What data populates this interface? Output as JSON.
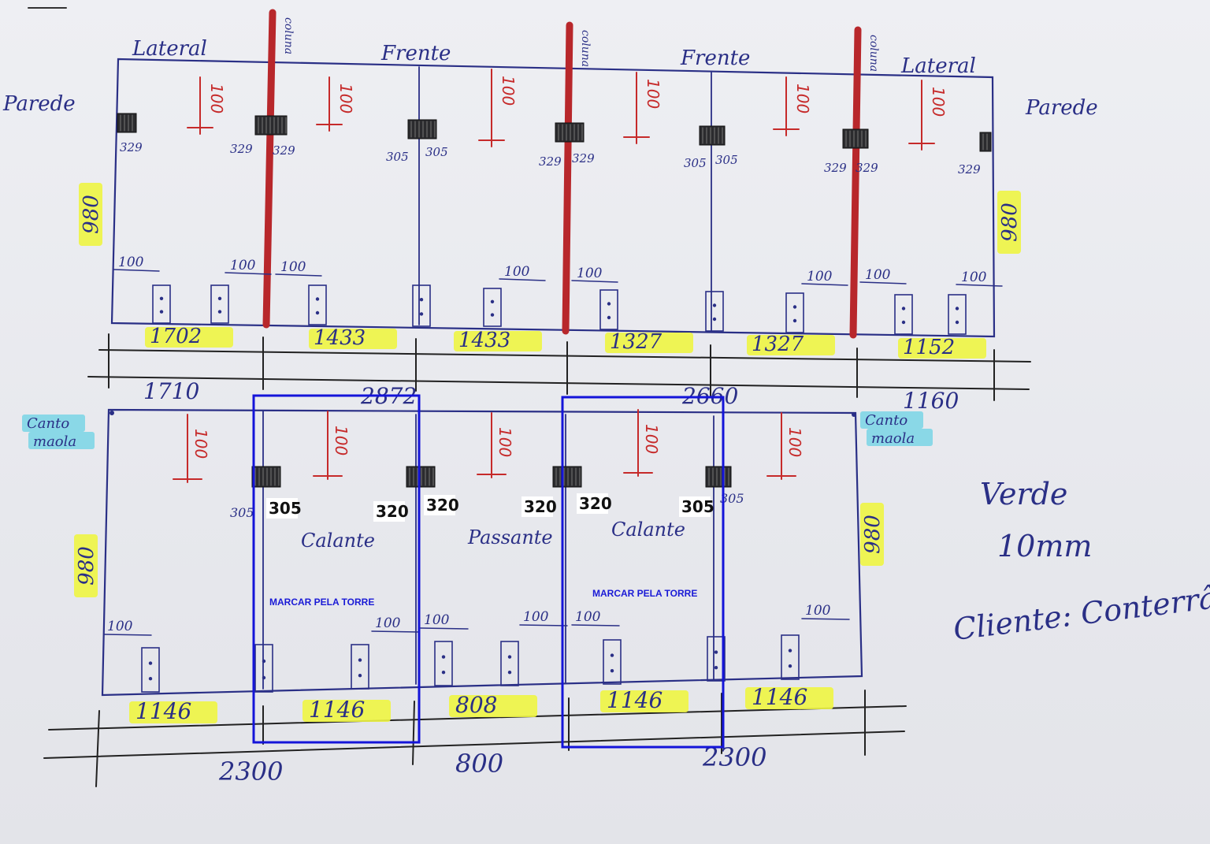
{
  "top": {
    "section_labels": [
      "Lateral",
      "Frente",
      "Frente",
      "Lateral"
    ],
    "wall_left": "Parede",
    "wall_right": "Parede",
    "column_label": "coluna",
    "height_left": "980",
    "height_right": "980",
    "red_marks": [
      "100",
      "100",
      "100",
      "100",
      "100",
      "100"
    ],
    "post_numbers": [
      "329",
      "329",
      "329",
      "305",
      "305",
      "329",
      "329",
      "305",
      "305",
      "329",
      "329",
      "329"
    ],
    "bottom_marks": [
      "100",
      "100",
      "100",
      "100",
      "100",
      "100",
      "100",
      "100"
    ],
    "panel_widths": [
      "1702",
      "1433",
      "1433",
      "1327",
      "1327",
      "1152"
    ],
    "totals": [
      "1710",
      "2872",
      "2660",
      "1160"
    ]
  },
  "bottom": {
    "corner_left": "Canto\nmaola",
    "corner_right": "Canto\nmaola",
    "height_left": "980",
    "height_right": "980",
    "red_marks": [
      "100",
      "100",
      "100",
      "100",
      "100"
    ],
    "post_numbers_hand": [
      "305",
      "305"
    ],
    "post_boxes": [
      "305",
      "320",
      "320",
      "320",
      "320",
      "305"
    ],
    "labels": [
      "Calante",
      "Passante",
      "Calante"
    ],
    "notes": [
      "MARCAR PELA TORRE",
      "MARCAR PELA TORRE"
    ],
    "bottom_marks": [
      "100",
      "100",
      "100",
      "100",
      "100",
      "100"
    ],
    "panel_widths": [
      "1146",
      "1146",
      "808",
      "1146",
      "1146"
    ],
    "totals": [
      "2300",
      "800",
      "2300"
    ]
  },
  "side_notes": {
    "line1": "Verde",
    "line2": "10mm",
    "line3": "Cliente: Conterrâneo"
  }
}
